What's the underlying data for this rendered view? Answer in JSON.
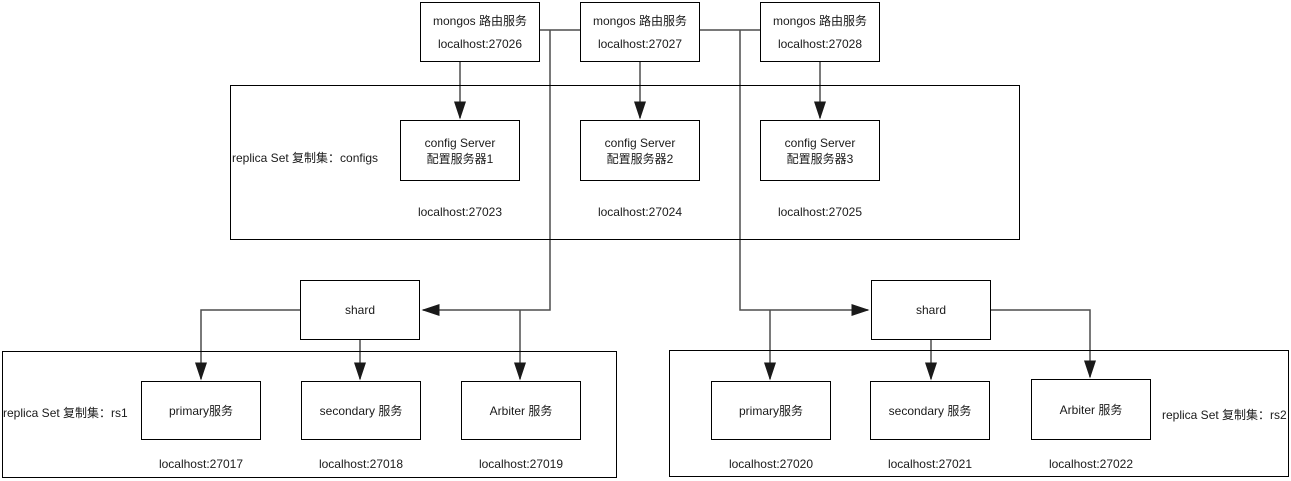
{
  "diagram": {
    "mongos": [
      {
        "title": "mongos 路由服务",
        "host": "localhost:27026"
      },
      {
        "title": "mongos 路由服务",
        "host": "localhost:27027"
      },
      {
        "title": "mongos 路由服务",
        "host": "localhost:27028"
      }
    ],
    "config_cluster": {
      "label": "replica Set 复制集：configs",
      "servers": [
        {
          "line1": "config Server",
          "line2": "配置服务器1",
          "host": "localhost:27023"
        },
        {
          "line1": "config Server",
          "line2": "配置服务器2",
          "host": "localhost:27024"
        },
        {
          "line1": "config Server",
          "line2": "配置服务器3",
          "host": "localhost:27025"
        }
      ]
    },
    "shards": [
      {
        "label": "shard"
      },
      {
        "label": "shard"
      }
    ],
    "replica_sets": [
      {
        "label": "replica Set 复制集：rs1",
        "members": [
          {
            "name": "primary服务",
            "host": "localhost:27017"
          },
          {
            "name": "secondary 服务",
            "host": "localhost:27018"
          },
          {
            "name": "Arbiter 服务",
            "host": "localhost:27019"
          }
        ]
      },
      {
        "label": "replica Set 复制集：rs2",
        "members": [
          {
            "name": "primary服务",
            "host": "localhost:27020"
          },
          {
            "name": "secondary 服务",
            "host": "localhost:27021"
          },
          {
            "name": "Arbiter 服务",
            "host": "localhost:27022"
          }
        ]
      }
    ],
    "colors": {
      "border": "#000000",
      "connector": "#4d4d4d",
      "background": "#ffffff"
    }
  }
}
